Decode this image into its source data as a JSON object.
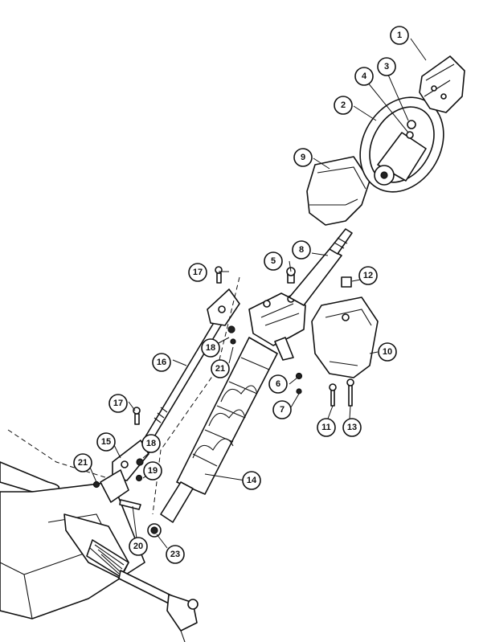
{
  "diagram": {
    "type": "exploded-parts-diagram",
    "callouts": [
      "1",
      "2",
      "3",
      "4",
      "5",
      "6",
      "7",
      "8",
      "9",
      "10",
      "11",
      "12",
      "13",
      "14",
      "15",
      "16",
      "17",
      "17",
      "18",
      "18",
      "19",
      "20",
      "21",
      "21",
      "23"
    ]
  }
}
